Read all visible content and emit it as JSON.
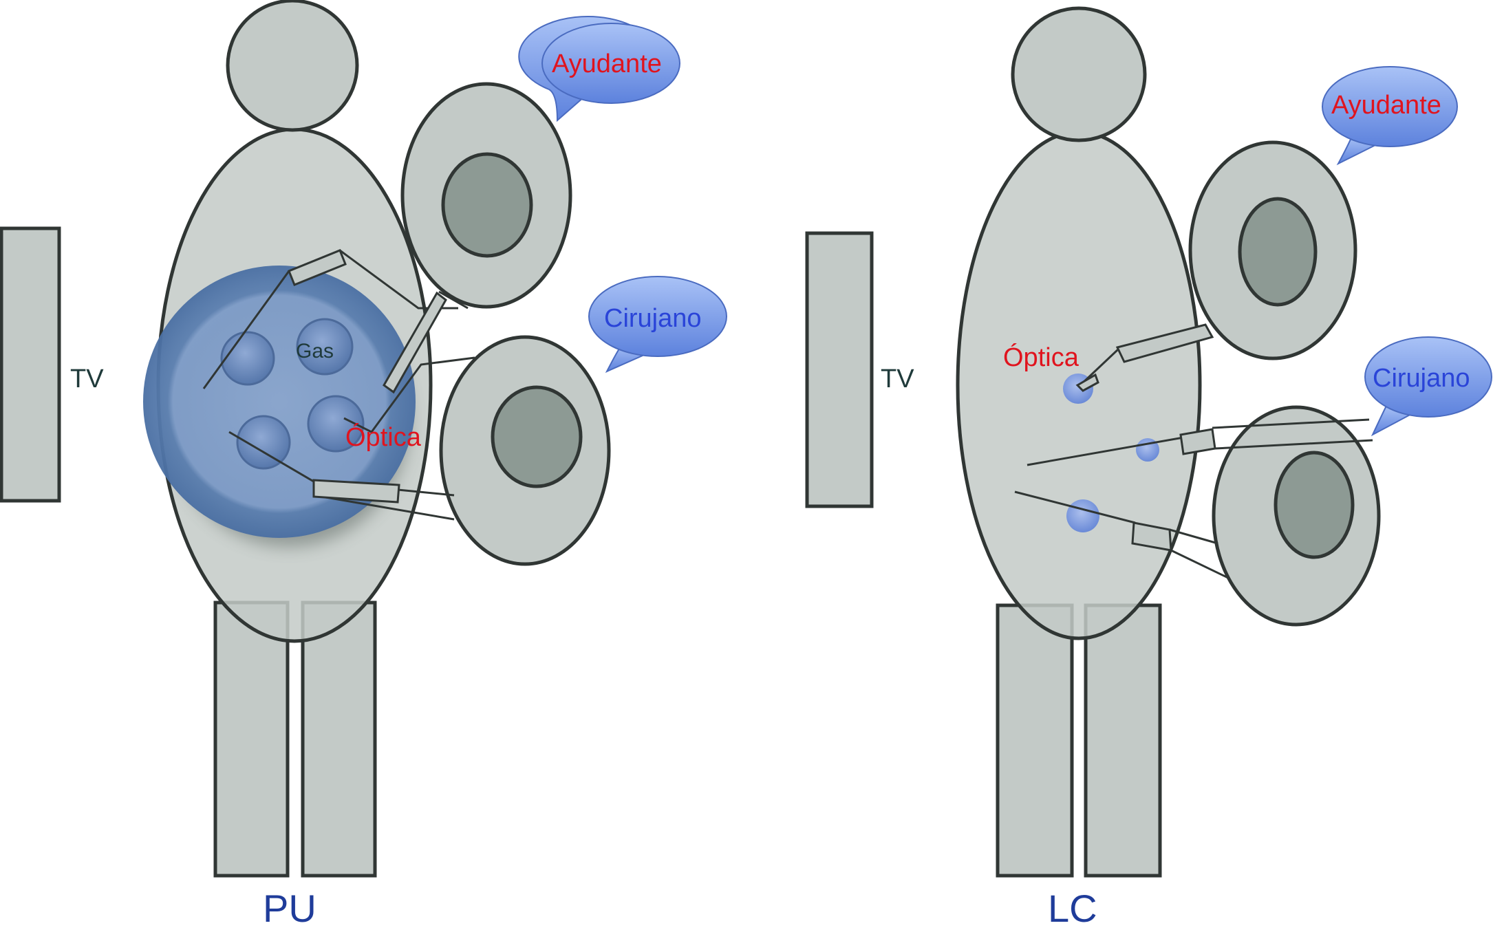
{
  "panels": [
    {
      "id": "pu",
      "caption": "PU",
      "tv_label": "TV",
      "assistant_label": "Ayudante",
      "surgeon_label": "Cirujano",
      "optics_label": "Óptica",
      "gas_label": "Gas"
    },
    {
      "id": "lc",
      "caption": "LC",
      "tv_label": "TV",
      "assistant_label": "Ayudante",
      "surgeon_label": "Cirujano",
      "optics_label": "Óptica"
    }
  ],
  "colors": {
    "silhouette_fill": "#c3cac7",
    "head_inner_fill": "#8d9a94",
    "outline": "#303634",
    "bubble_blue": "#6f93e6",
    "port_blue": "#6a89d6",
    "red_label": "#e0141e",
    "caption_blue": "#1f3c9a"
  }
}
